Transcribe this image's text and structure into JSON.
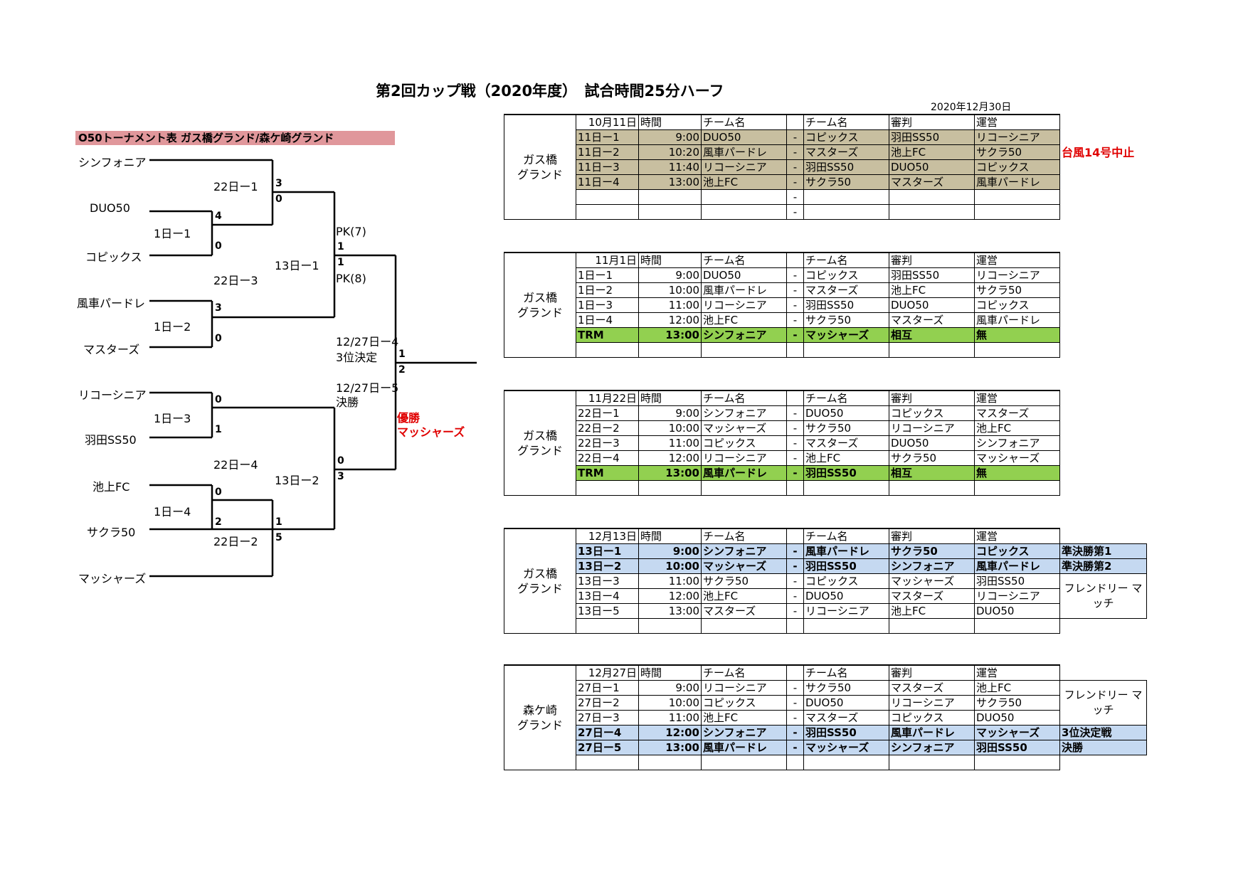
{
  "title": "第2回カップ戦（2020年度）　試合時間25分ハーフ",
  "date": "2020年12月30日",
  "bracket": {
    "title": "O50トーナメント表  ガス橋グランド/森ケ崎グランド",
    "teams": [
      "シンフォニア",
      "DUO50",
      "コピックス",
      "風車パードレ",
      "マスターズ",
      "リコーシニア",
      "羽田SS50",
      "池上FC",
      "サクラ50",
      "マッシャーズ"
    ],
    "labels": {
      "m22_1": "22日ー1",
      "m1_1": "1日ー1",
      "m13_1": "13日ー1",
      "m22_3": "22日ー3",
      "m1_2": "1日ー2",
      "m27_4": "12/27日ー4",
      "third": "3位決定",
      "m27_5": "12/27日ー5",
      "final": "決勝",
      "m1_3": "1日ー3",
      "m22_4": "22日ー4",
      "m13_2": "13日ー2",
      "m1_4": "1日ー4",
      "m22_2": "22日ー2",
      "pk7": "PK(7)",
      "pk8": "PK(8)"
    },
    "scores": {
      "s_22_1_top": "3",
      "s_22_1_bot": "0",
      "s_1_1_top": "4",
      "s_1_1_bot": "0",
      "s_13_1_top": "1",
      "s_13_1_bot": "1",
      "s_1_2_top": "3",
      "s_1_2_bot": "0",
      "s_third_top": "1",
      "s_third_bot": "2",
      "s_1_3_top": "0",
      "s_1_3_bot": "1",
      "s_13_2_top": "0",
      "s_13_2_bot": "3",
      "s_1_4_top": "0",
      "s_1_4_bot": "2",
      "s_22_2_top": "1",
      "s_22_2_bot": "5"
    },
    "champion_label": "優勝",
    "champion": "マッシャーズ"
  },
  "schedule": {
    "headers": [
      "時間",
      "チーム名",
      "",
      "チーム名",
      "審判",
      "運営"
    ],
    "sections": [
      {
        "venue": "ガス橋\nグランド",
        "date": "10月11日",
        "rows": [
          {
            "id": "11日ー1",
            "time": "9:00",
            "team1": "DUO50",
            "dash": "-",
            "team2": "コピックス",
            "ref": "羽田SS50",
            "op": "リコーシニア",
            "style": "tan"
          },
          {
            "id": "11日ー2",
            "time": "10:20",
            "team1": "風車パードレ",
            "dash": "-",
            "team2": "マスターズ",
            "ref": "池上FC",
            "op": "サクラ50",
            "style": "tan"
          },
          {
            "id": "11日ー3",
            "time": "11:40",
            "team1": "リコーシニア",
            "dash": "-",
            "team2": "羽田SS50",
            "ref": "DUO50",
            "op": "コピックス",
            "style": "tan"
          },
          {
            "id": "11日ー4",
            "time": "13:00",
            "team1": "池上FC",
            "dash": "-",
            "team2": "サクラ50",
            "ref": "マスターズ",
            "op": "風車パードレ",
            "style": "tan"
          },
          {
            "id": "",
            "time": "",
            "team1": "",
            "dash": "-",
            "team2": "",
            "ref": "",
            "op": "",
            "style": ""
          },
          {
            "id": "",
            "time": "",
            "team1": "",
            "dash": "-",
            "team2": "",
            "ref": "",
            "op": "",
            "style": ""
          }
        ],
        "note": "台風14号中止"
      },
      {
        "venue": "ガス橋\nグランド",
        "date": "11月1日",
        "rows": [
          {
            "id": "1日ー1",
            "time": "9:00",
            "team1": "DUO50",
            "dash": "-",
            "team2": "コピックス",
            "ref": "羽田SS50",
            "op": "リコーシニア",
            "style": ""
          },
          {
            "id": "1日ー2",
            "time": "10:00",
            "team1": "風車パードレ",
            "dash": "-",
            "team2": "マスターズ",
            "ref": "池上FC",
            "op": "サクラ50",
            "style": ""
          },
          {
            "id": "1日ー3",
            "time": "11:00",
            "team1": "リコーシニア",
            "dash": "-",
            "team2": "羽田SS50",
            "ref": "DUO50",
            "op": "コピックス",
            "style": ""
          },
          {
            "id": "1日ー4",
            "time": "12:00",
            "team1": "池上FC",
            "dash": "-",
            "team2": "サクラ50",
            "ref": "マスターズ",
            "op": "風車パードレ",
            "style": ""
          },
          {
            "id": "TRM",
            "time": "13:00",
            "team1": "シンフォニア",
            "dash": "-",
            "team2": "マッシャーズ",
            "ref": "相互",
            "op": "無",
            "style": "green"
          },
          {
            "id": "",
            "time": "",
            "team1": "",
            "dash": "",
            "team2": "",
            "ref": "",
            "op": "",
            "style": ""
          }
        ]
      },
      {
        "venue": "ガス橋\nグランド",
        "date": "11月22日",
        "rows": [
          {
            "id": "22日ー1",
            "time": "9:00",
            "team1": "シンフォニア",
            "dash": "-",
            "team2": "DUO50",
            "ref": "コピックス",
            "op": "マスターズ",
            "style": ""
          },
          {
            "id": "22日ー2",
            "time": "10:00",
            "team1": "マッシャーズ",
            "dash": "-",
            "team2": "サクラ50",
            "ref": "リコーシニア",
            "op": "池上FC",
            "style": ""
          },
          {
            "id": "22日ー3",
            "time": "11:00",
            "team1": "コピックス",
            "dash": "-",
            "team2": "マスターズ",
            "ref": "DUO50",
            "op": "シンフォニア",
            "style": ""
          },
          {
            "id": "22日ー4",
            "time": "12:00",
            "team1": "リコーシニア",
            "dash": "-",
            "team2": "池上FC",
            "ref": "サクラ50",
            "op": "マッシャーズ",
            "style": ""
          },
          {
            "id": "TRM",
            "time": "13:00",
            "team1": "風車パードレ",
            "dash": "-",
            "team2": "羽田SS50",
            "ref": "相互",
            "op": "無",
            "style": "green"
          },
          {
            "id": "",
            "time": "",
            "team1": "",
            "dash": "",
            "team2": "",
            "ref": "",
            "op": "",
            "style": ""
          }
        ]
      },
      {
        "venue": "ガス橋\nグランド",
        "date": "12月13日",
        "rows": [
          {
            "id": "13日ー1",
            "time": "9:00",
            "team1": "シンフォニア",
            "dash": "-",
            "team2": "風車パードレ",
            "ref": "サクラ50",
            "op": "コピックス",
            "style": "blue",
            "note": "準決勝第1"
          },
          {
            "id": "13日ー2",
            "time": "10:00",
            "team1": "マッシャーズ",
            "dash": "-",
            "team2": "羽田SS50",
            "ref": "シンフォニア",
            "op": "風車パードレ",
            "style": "blue",
            "note": "準決勝第2"
          },
          {
            "id": "13日ー3",
            "time": "11:00",
            "team1": "サクラ50",
            "dash": "-",
            "team2": "コピックス",
            "ref": "マッシャーズ",
            "op": "羽田SS50",
            "style": ""
          },
          {
            "id": "13日ー4",
            "time": "12:00",
            "team1": "池上FC",
            "dash": "-",
            "team2": "DUO50",
            "ref": "マスターズ",
            "op": "リコーシニア",
            "style": ""
          },
          {
            "id": "13日ー5",
            "time": "13:00",
            "team1": "マスターズ",
            "dash": "-",
            "team2": "リコーシニア",
            "ref": "池上FC",
            "op": "DUO50",
            "style": ""
          },
          {
            "id": "",
            "time": "",
            "team1": "",
            "dash": "",
            "team2": "",
            "ref": "",
            "op": "",
            "style": ""
          }
        ],
        "friendly": "フレンドリー\nマッチ"
      },
      {
        "venue": "森ケ崎\nグランド",
        "date": "12月27日",
        "rows": [
          {
            "id": "27日ー1",
            "time": "9:00",
            "team1": "リコーシニア",
            "dash": "-",
            "team2": "サクラ50",
            "ref": "マスターズ",
            "op": "池上FC",
            "style": ""
          },
          {
            "id": "27日ー2",
            "time": "10:00",
            "team1": "コピックス",
            "dash": "-",
            "team2": "DUO50",
            "ref": "リコーシニア",
            "op": "サクラ50",
            "style": ""
          },
          {
            "id": "27日ー3",
            "time": "11:00",
            "team1": "池上FC",
            "dash": "-",
            "team2": "マスターズ",
            "ref": "コピックス",
            "op": "DUO50",
            "style": ""
          },
          {
            "id": "27日ー4",
            "time": "12:00",
            "team1": "シンフォニア",
            "dash": "-",
            "team2": "羽田SS50",
            "ref": "風車パードレ",
            "op": "マッシャーズ",
            "style": "blue",
            "note": "3位決定戦"
          },
          {
            "id": "27日ー5",
            "time": "13:00",
            "team1": "風車パードレ",
            "dash": "-",
            "team2": "マッシャーズ",
            "ref": "シンフォニア",
            "op": "羽田SS50",
            "style": "blue",
            "note": "決勝"
          },
          {
            "id": "",
            "time": "",
            "team1": "",
            "dash": "",
            "team2": "",
            "ref": "",
            "op": "",
            "style": ""
          }
        ],
        "friendly": "フレンドリー\nマッチ"
      }
    ]
  }
}
